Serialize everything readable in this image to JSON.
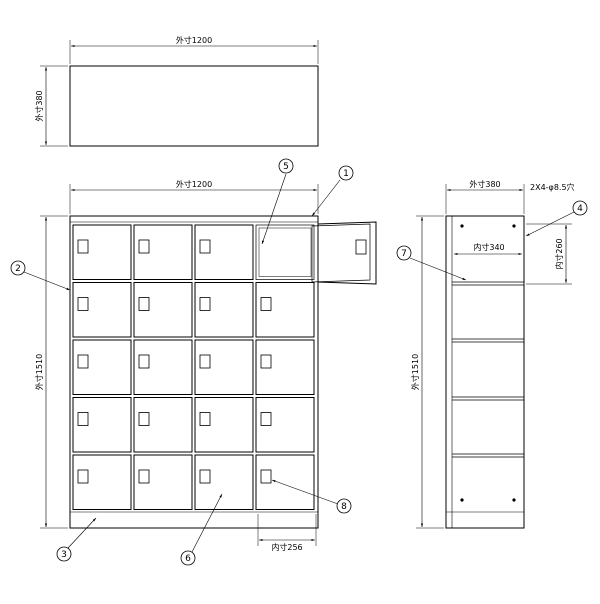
{
  "dimensions": {
    "top_width": "外寸1200",
    "top_depth": "外寸380",
    "front_width": "外寸1200",
    "front_height": "外寸1510",
    "inner_width_256": "内寸256",
    "side_depth": "外寸380",
    "side_height": "外寸1510",
    "side_inner_340": "内寸340",
    "side_inner_260": "内寸260",
    "holes": "2X4-φ8.5穴"
  },
  "callouts": {
    "c1": "1",
    "c2": "2",
    "c3": "3",
    "c4": "4",
    "c5": "5",
    "c6": "6",
    "c7": "7",
    "c8": "8"
  },
  "locker": {
    "columns": 4,
    "rows": 5,
    "open_door_cell": "0-3"
  }
}
